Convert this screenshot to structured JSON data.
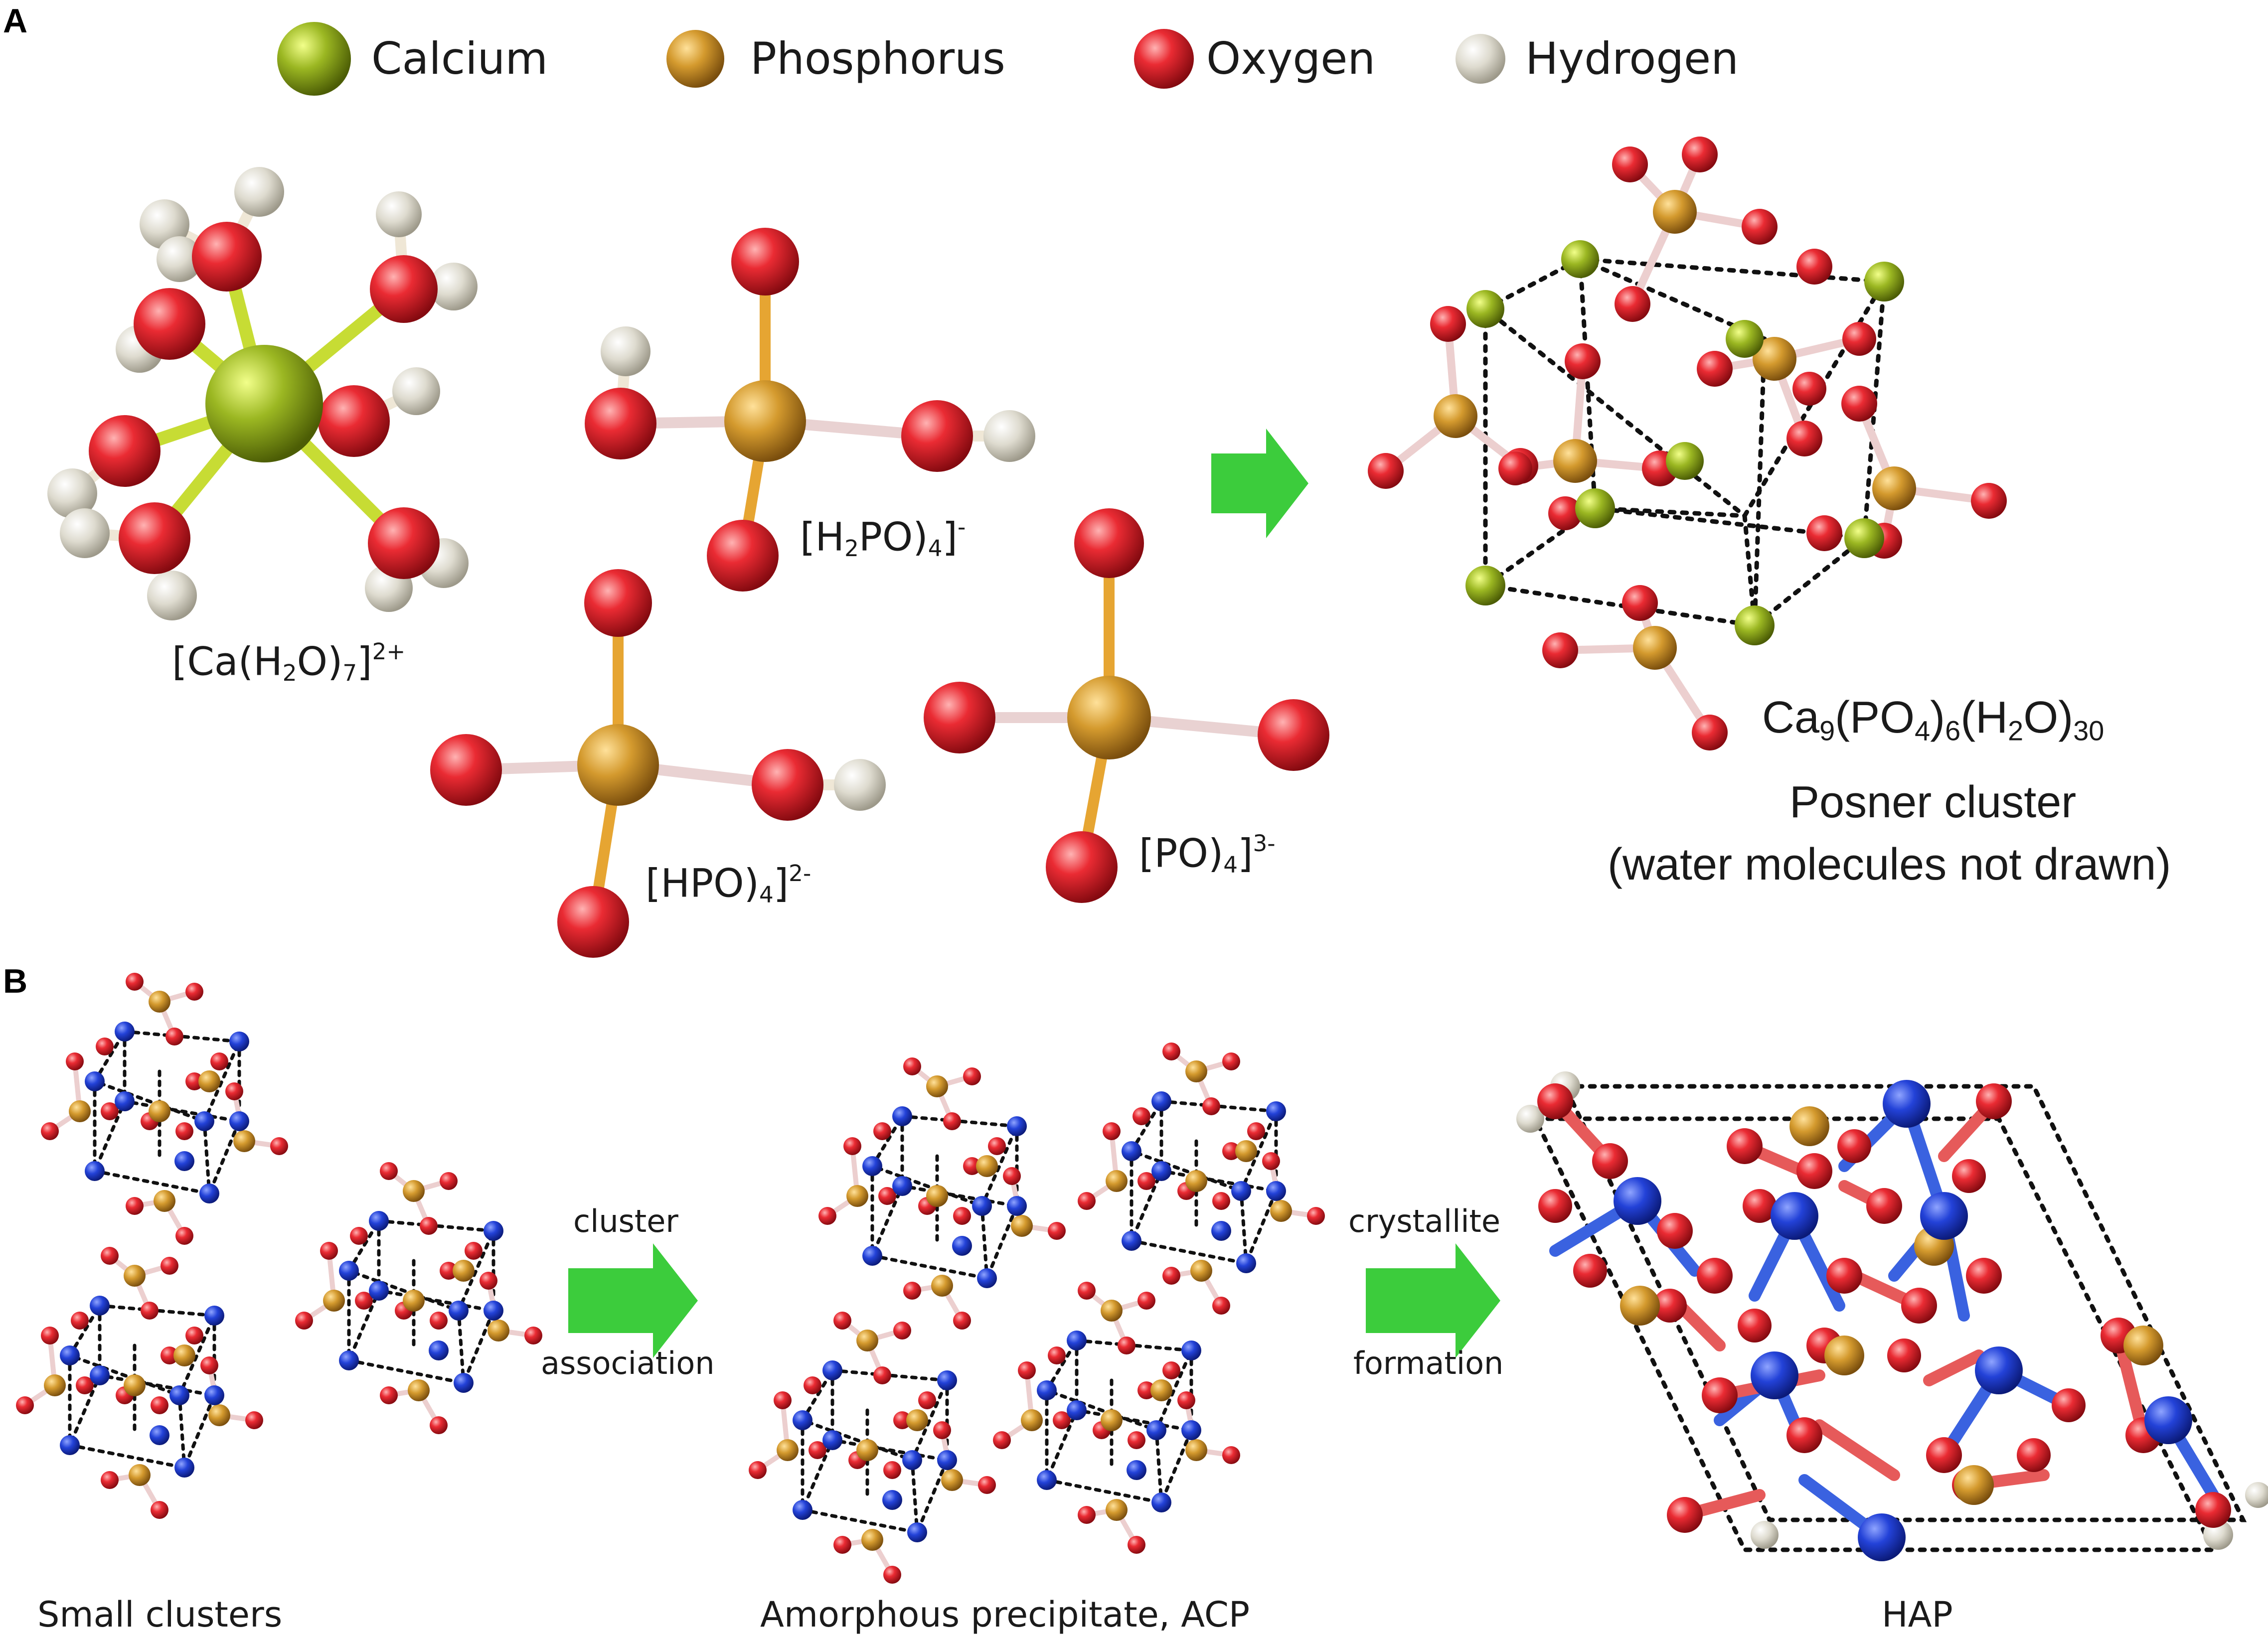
{
  "panels": {
    "a": "A",
    "b": "B"
  },
  "legend": [
    {
      "label": "Calcium",
      "color": "#8aa519"
    },
    {
      "label": "Phosphorus",
      "color": "#d1932b"
    },
    {
      "label": "Oxygen",
      "color": "#e0282f"
    },
    {
      "label": "Hydrogen",
      "color": "#dcd9cc"
    }
  ],
  "panel_a": {
    "ca_complex": {
      "text": "[Ca(H",
      "sub1": "2",
      "mid": "O)",
      "sub2": "7",
      "end": "]",
      "sup": "2+"
    },
    "h2po4": {
      "text": "[H",
      "sub1": "2",
      "mid": "PO)",
      "sub2": "4",
      "end": "]",
      "sup": "-"
    },
    "hpo4": {
      "text": "[HPO)",
      "sub2": "4",
      "end": "]",
      "sup": "2-"
    },
    "po4": {
      "text": "[PO)",
      "sub2": "4",
      "end": "]",
      "sup": "3-"
    },
    "posner_formula": {
      "p1": "Ca",
      "s1": "9",
      "p2": "(PO",
      "s2": "4",
      "p3": ")",
      "s3": "6",
      "p4": "(H",
      "s4": "2",
      "p5": "O)",
      "s5": "30"
    },
    "posner_name": "Posner cluster",
    "posner_note": "(water molecules not drawn)"
  },
  "panel_b": {
    "step1_line1": "cluster",
    "step1_line2": "association",
    "step2_line1": "crystallite",
    "step2_line2": "formation",
    "label_small": "Small clusters",
    "label_acp": "Amorphous precipitate, ACP",
    "label_hap": "HAP"
  },
  "colors": {
    "calcium": "#8aa519",
    "phosphorus": "#d1932b",
    "oxygen": "#e0282f",
    "hydrogen": "#dcd9cc",
    "calcium_b": "#1f3fd0",
    "arrow": "#3ccc3c"
  }
}
